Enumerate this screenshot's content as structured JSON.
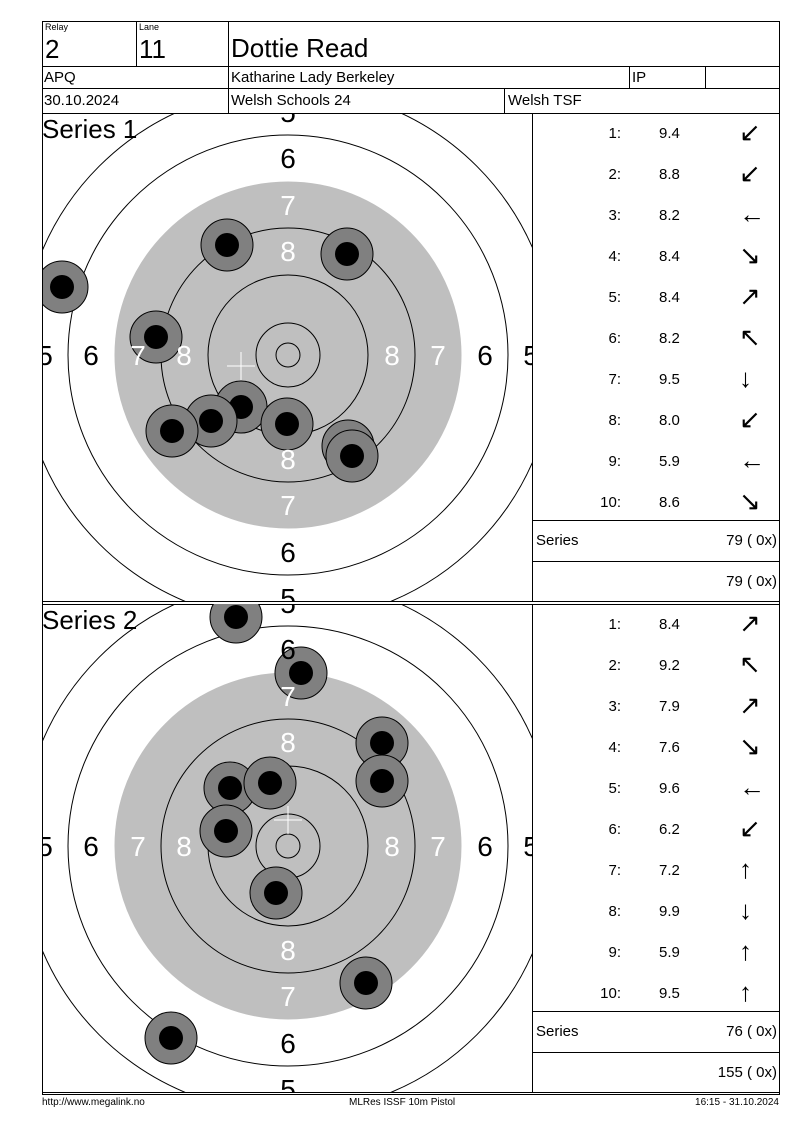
{
  "header": {
    "relay_label": "Relay",
    "relay": "2",
    "lane_label": "Lane",
    "lane": "11",
    "name": "Dottie Read",
    "class": "APQ",
    "club": "Katharine Lady Berkeley",
    "category": "IP",
    "date": "30.10.2024",
    "competition": "Welsh Schools 24",
    "organizer": "Welsh TSF"
  },
  "series": [
    {
      "title": "Series 1",
      "shots": [
        {
          "n": "1:",
          "v": "9.4",
          "dir": "↙"
        },
        {
          "n": "2:",
          "v": "8.8",
          "dir": "↙"
        },
        {
          "n": "3:",
          "v": "8.2",
          "dir": "←"
        },
        {
          "n": "4:",
          "v": "8.4",
          "dir": "↘"
        },
        {
          "n": "5:",
          "v": "8.4",
          "dir": "↗"
        },
        {
          "n": "6:",
          "v": "8.2",
          "dir": "↖"
        },
        {
          "n": "7:",
          "v": "9.5",
          "dir": "↓"
        },
        {
          "n": "8:",
          "v": "8.0",
          "dir": "↙"
        },
        {
          "n": "9:",
          "v": "5.9",
          "dir": "←"
        },
        {
          "n": "10:",
          "v": "8.6",
          "dir": "↘"
        }
      ],
      "series_label": "Series",
      "series_total": "79 ( 0x)",
      "running_total": "79 ( 0x)"
    },
    {
      "title": "Series 2",
      "shots": [
        {
          "n": "1:",
          "v": "8.4",
          "dir": "↗"
        },
        {
          "n": "2:",
          "v": "9.2",
          "dir": "↖"
        },
        {
          "n": "3:",
          "v": "7.9",
          "dir": "↗"
        },
        {
          "n": "4:",
          "v": "7.6",
          "dir": "↘"
        },
        {
          "n": "5:",
          "v": "9.6",
          "dir": "←"
        },
        {
          "n": "6:",
          "v": "6.2",
          "dir": "↙"
        },
        {
          "n": "7:",
          "v": "7.2",
          "dir": "↑"
        },
        {
          "n": "8:",
          "v": "9.9",
          "dir": "↓"
        },
        {
          "n": "9:",
          "v": "5.9",
          "dir": "↑"
        },
        {
          "n": "10:",
          "v": "9.5",
          "dir": "↑"
        }
      ],
      "series_label": "Series",
      "series_total": "76 ( 0x)",
      "running_total": "155 ( 0x)"
    }
  ],
  "ring_labels": [
    "5",
    "6",
    "7",
    "8"
  ],
  "footer": {
    "url": "http://www.megalink.no",
    "program": "MLRes ISSF 10m Pistol",
    "timestamp": "16:15 - 31.10.2024"
  }
}
